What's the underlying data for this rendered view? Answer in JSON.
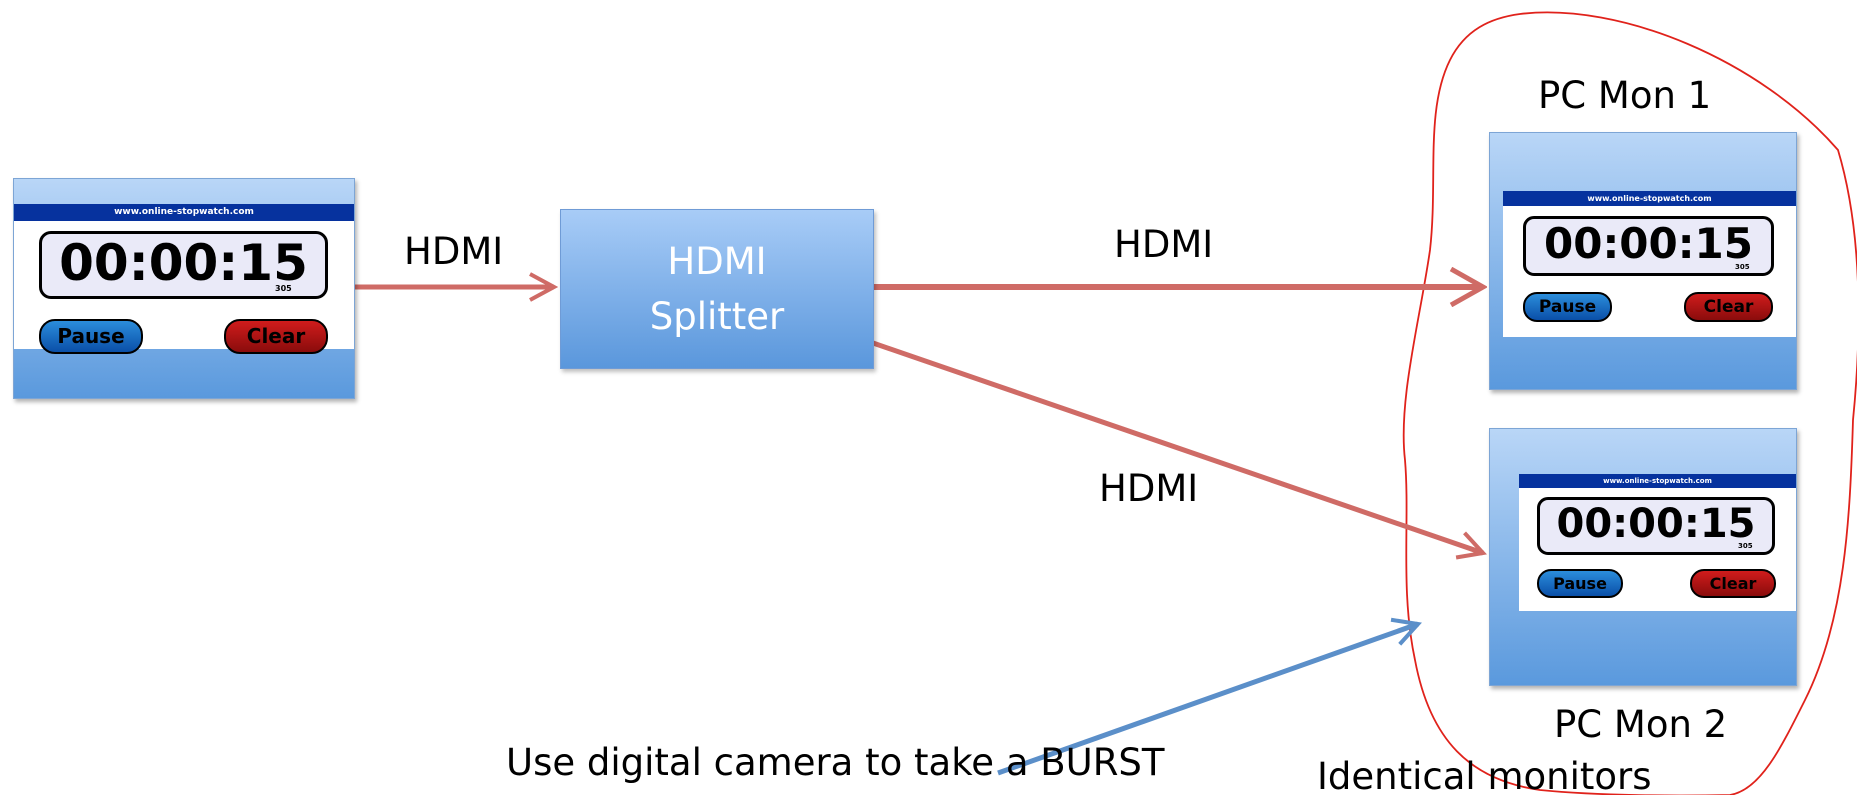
{
  "source_stopwatch": {
    "url": "www.online-stopwatch.com",
    "time": "00:00:15",
    "subsecond": "305",
    "pause_label": "Pause",
    "clear_label": "Clear"
  },
  "splitter": {
    "line1": "HDMI",
    "line2": "Splitter"
  },
  "links": {
    "source_to_splitter": "HDMI",
    "splitter_to_mon1": "HDMI",
    "splitter_to_mon2": "HDMI"
  },
  "monitor1": {
    "label": "PC Mon 1",
    "url": "www.online-stopwatch.com",
    "time": "00:00:15",
    "subsecond": "305",
    "pause_label": "Pause",
    "clear_label": "Clear"
  },
  "monitor2": {
    "label": "PC Mon 2",
    "url": "www.online-stopwatch.com",
    "time": "00:00:15",
    "subsecond": "305",
    "pause_label": "Pause",
    "clear_label": "Clear"
  },
  "notes": {
    "camera": "Use digital camera to take a BURST",
    "identical": "Identical monitors"
  },
  "colors": {
    "link_arrow": "#cf6b66",
    "camera_arrow": "#5b8fc9",
    "group_outline": "#e0221b",
    "screen_gradient_top": "#b9d6f7",
    "screen_gradient_bottom": "#5a99dd"
  }
}
